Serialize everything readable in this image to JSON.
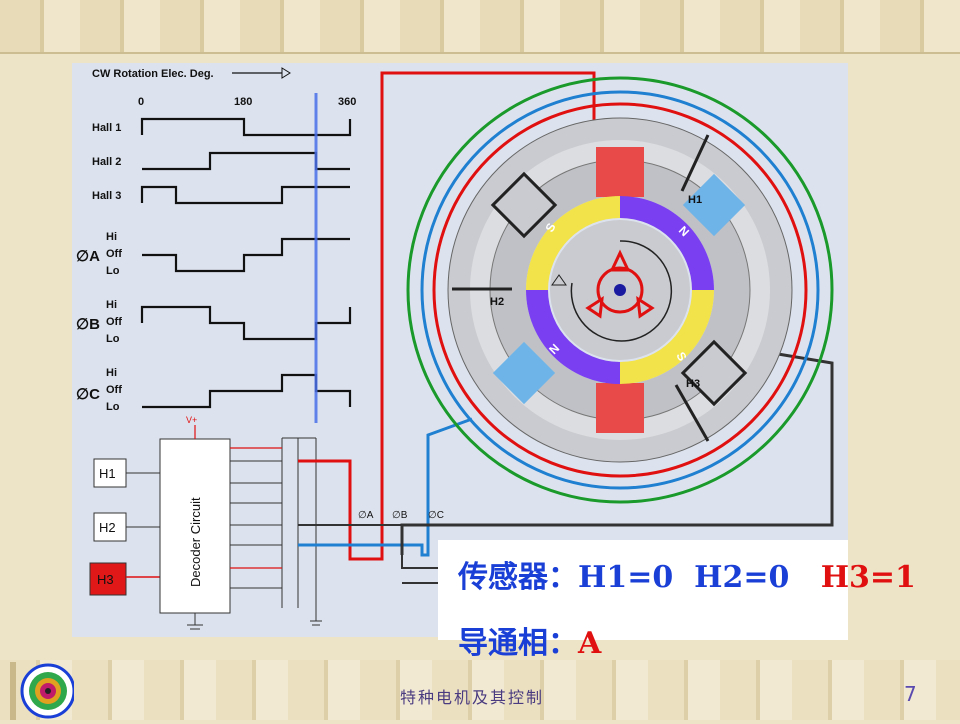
{
  "diagram": {
    "rotation_label": "CW Rotation Elec. Deg.",
    "degree_ticks": [
      "0",
      "180",
      "360"
    ],
    "hall_labels": [
      "Hall 1",
      "Hall 2",
      "Hall 3"
    ],
    "phase_labels": [
      "∅A",
      "∅B",
      "∅C"
    ],
    "level_labels": [
      "Hi",
      "Off",
      "Lo"
    ],
    "sensor_boxes": [
      "H1",
      "H2",
      "H3"
    ],
    "active_sensor": "H3",
    "decoder_label": "Decoder Circuit",
    "supply_label": "V+",
    "output_labels": [
      "∅A",
      "∅B",
      "∅C"
    ],
    "motor_sensor_labels": [
      "H1",
      "H2",
      "H3"
    ],
    "pole_labels": [
      "S",
      "N",
      "N",
      "S"
    ],
    "colors": {
      "phase_a": "#e01010",
      "phase_b": "#1f7fd0",
      "phase_c": "#1a9a2a",
      "neutral": "#222222",
      "highlight": "#4a6fe8"
    }
  },
  "caption": {
    "sensor_prefix": "传感器：",
    "h1": "H1=0",
    "h2": "H2=0",
    "h3": "H3=1",
    "phase_prefix": "导通相：",
    "phase_value": "A"
  },
  "footer": {
    "title": "特种电机及其控制",
    "page": "7"
  }
}
